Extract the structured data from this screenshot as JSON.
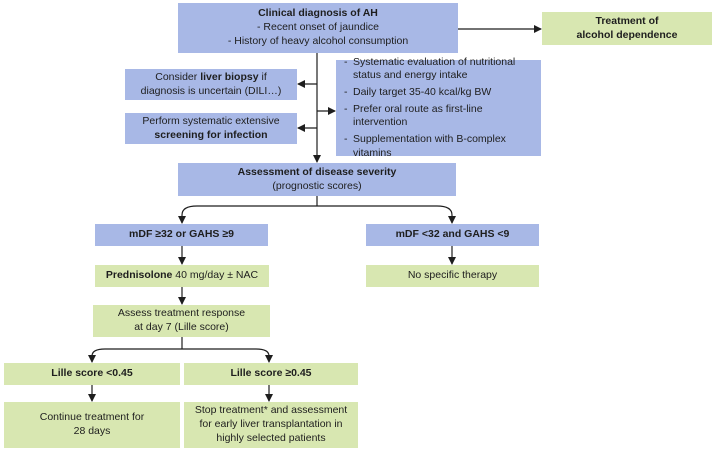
{
  "colors": {
    "blue_box": "#a8b8e6",
    "green_box": "#d8e7b1",
    "line": "#1e1e1e"
  },
  "diagnosis": {
    "title": "Clinical diagnosis of AH",
    "items": [
      "- Recent onset of jaundice",
      "- History of heavy alcohol consumption"
    ]
  },
  "alcohol_treatment": {
    "line1": "Treatment of",
    "line2": "alcohol dependence"
  },
  "biopsy": {
    "pre": "Consider ",
    "bold": "liver biopsy",
    "post": " if",
    "line2": "diagnosis is uncertain (DILI…)"
  },
  "infection": {
    "line1": "Perform systematic extensive",
    "bold": "screening for infection"
  },
  "nutrition": {
    "items": [
      "Systematic evaluation of nutritional status and energy intake",
      "Daily target 35-40 kcal/kg BW",
      "Prefer oral route as first-line intervention",
      "Supplementation with B-complex vitamins"
    ]
  },
  "severity": {
    "title": "Assessment of disease severity",
    "subtitle": "(prognostic scores)"
  },
  "severe": {
    "label": "mDF ≥32 or GAHS ≥9"
  },
  "nonsevere": {
    "label": "mDF <32 and GAHS <9"
  },
  "prednisolone": {
    "bold": "Prednisolone",
    "rest": " 40 mg/day ± NAC"
  },
  "no_therapy": {
    "label": "No specific therapy"
  },
  "assess_response": {
    "line1": "Assess treatment response",
    "line2": "at day 7 (Lille score)"
  },
  "lille_low": {
    "label": "Lille score <0.45"
  },
  "lille_high": {
    "label": "Lille score ≥0.45"
  },
  "continue": {
    "line1": "Continue treatment for",
    "line2": "28 days"
  },
  "stop": {
    "line1": "Stop treatment* and assessment",
    "line2": "for early liver transplantation in",
    "line3": "highly selected patients"
  }
}
